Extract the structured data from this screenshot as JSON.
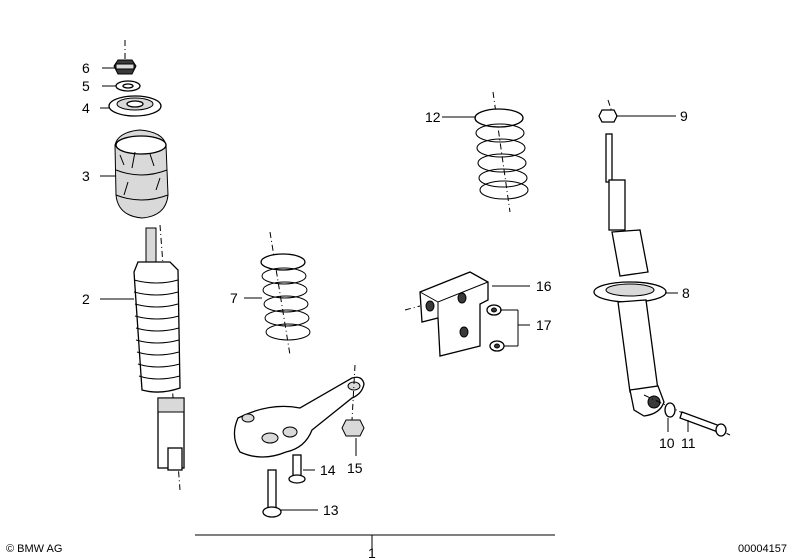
{
  "callouts": {
    "c1": "1",
    "c2": "2",
    "c3": "3",
    "c4": "4",
    "c5": "5",
    "c6": "6",
    "c7": "7",
    "c8": "8",
    "c9": "9",
    "c10": "10",
    "c11": "11",
    "c12": "12",
    "c13": "13",
    "c14": "14",
    "c15": "15",
    "c16": "16",
    "c17": "17"
  },
  "footer": {
    "copyright": "© BMW AG",
    "diagram_id": "00004157"
  }
}
